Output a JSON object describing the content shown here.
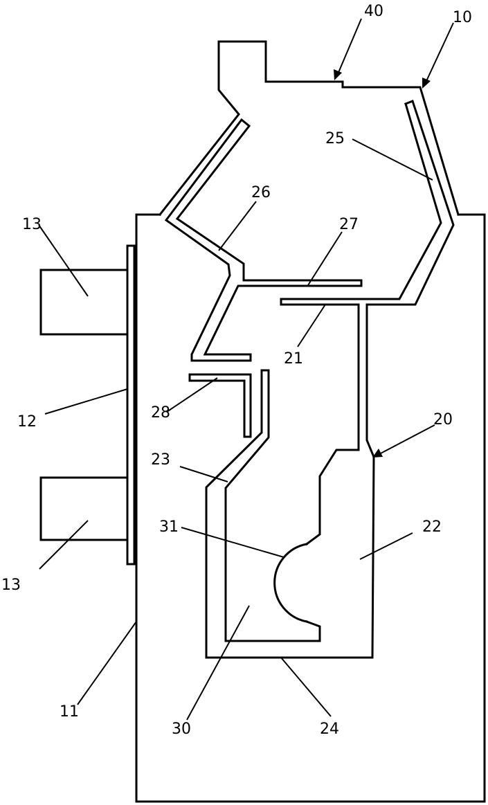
{
  "labels": {
    "l40": "40",
    "l10": "10",
    "l25": "25",
    "l26": "26",
    "l27": "27",
    "l13a": "13",
    "l13b": "13",
    "l21": "21",
    "l12": "12",
    "l28": "28",
    "l20": "20",
    "l23": "23",
    "l22": "22",
    "l31": "31",
    "l11": "11",
    "l30": "30",
    "l24": "24"
  }
}
